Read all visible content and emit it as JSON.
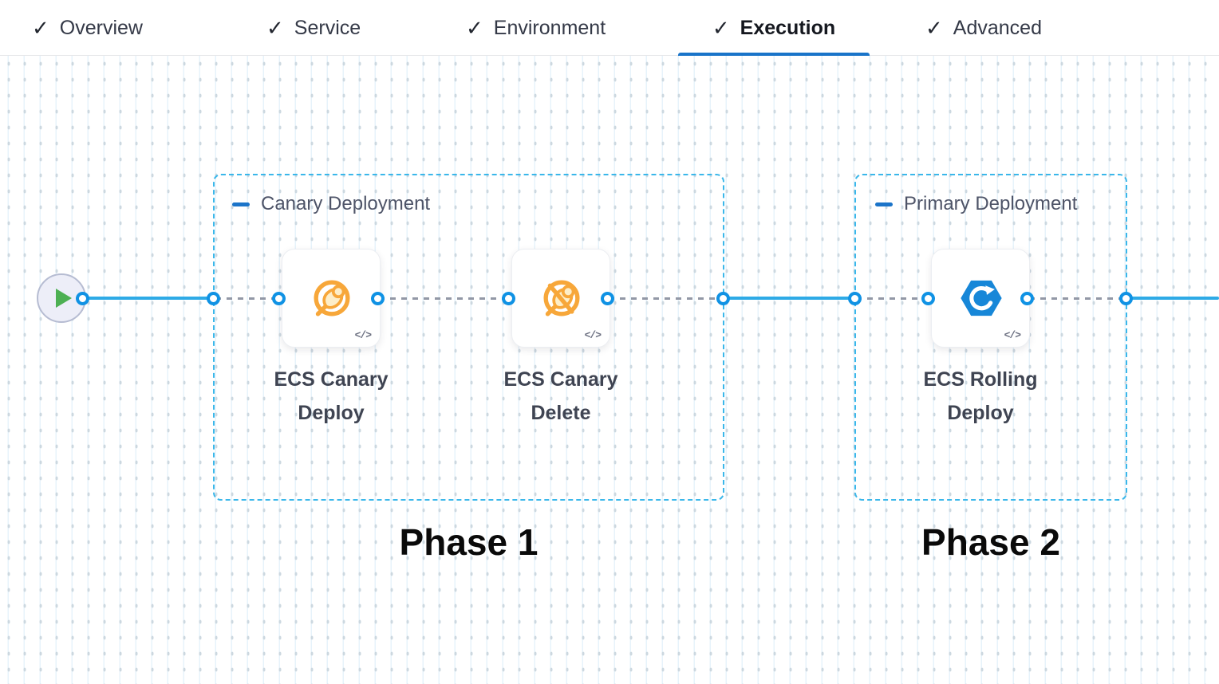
{
  "header": {
    "check_glyph": "✓",
    "tabs": [
      {
        "label": "Overview",
        "state": "completed"
      },
      {
        "label": "Service",
        "state": "completed"
      },
      {
        "label": "Environment",
        "state": "completed"
      },
      {
        "label": "Execution",
        "state": "active"
      },
      {
        "label": "Advanced",
        "state": "completed"
      }
    ]
  },
  "pipeline": {
    "start_node": {
      "icon": "play-icon"
    },
    "code_glyph": "</>",
    "phases": [
      {
        "group_label": "Canary Deployment",
        "annotation": "Phase 1",
        "steps": [
          {
            "name": "ECS Canary\nDeploy",
            "icon": "ecs-canary-deploy-icon"
          },
          {
            "name": "ECS Canary\nDelete",
            "icon": "ecs-canary-delete-icon"
          }
        ]
      },
      {
        "group_label": "Primary Deployment",
        "annotation": "Phase 2",
        "steps": [
          {
            "name": "ECS Rolling\nDeploy",
            "icon": "ecs-rolling-deploy-icon"
          }
        ]
      }
    ]
  },
  "colors": {
    "tab_underline_blue": "#1974c9",
    "connector_solid_blue": "#2eaae6",
    "connector_dashed_gray": "#9298a6",
    "port_ring_blue": "#1092e4",
    "phase_border_cyan": "#3ab7ea",
    "canary_orange": "#f7a73a",
    "ecs_blue": "#1787d8",
    "play_green": "#4db053",
    "grid_dot": "#ccd8e0",
    "grid_line": "#e7f3fb"
  }
}
